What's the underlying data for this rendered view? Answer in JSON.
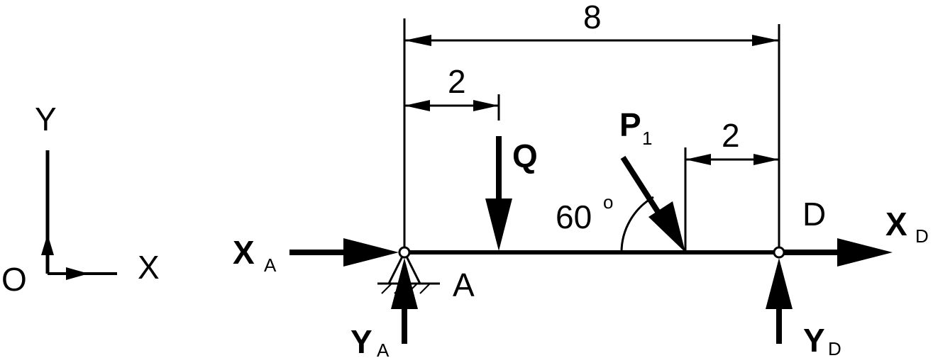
{
  "axes": {
    "origin": "O",
    "x": "X",
    "y": "Y"
  },
  "dimensions": {
    "total": "8",
    "left_offset": "2",
    "right_offset": "2"
  },
  "forces": {
    "q": "Q",
    "p_main": "P",
    "p_sub": "1",
    "xa_main": "X",
    "xa_sub": "A",
    "ya_main": "Y",
    "ya_sub": "A",
    "xd_main": "X",
    "xd_sub": "D",
    "yd_main": "Y",
    "yd_sub": "D"
  },
  "angle": {
    "value": "60",
    "unit": "o"
  },
  "points": {
    "a": "A",
    "d": "D"
  },
  "colors": {
    "ink": "#000000",
    "background": "#ffffff"
  }
}
